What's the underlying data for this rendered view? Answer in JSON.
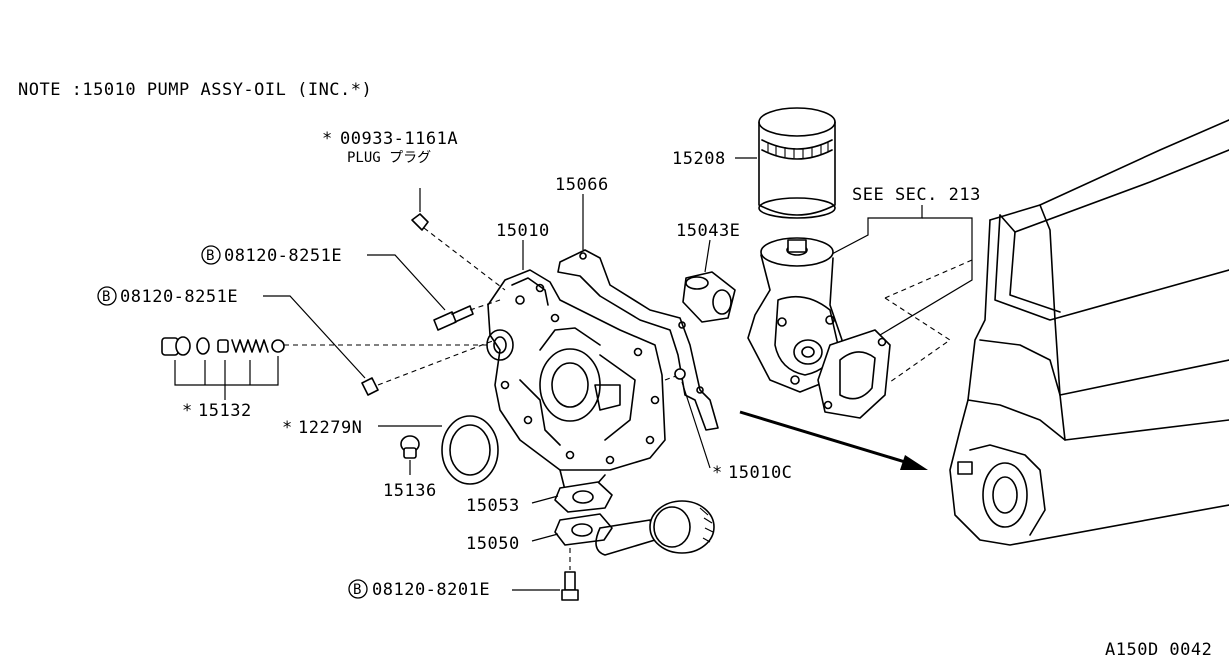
{
  "note": "NOTE :15010 PUMP ASSY-OIL (INC.*)",
  "labels": {
    "plug_part": "00933-1161A",
    "plug_name": "PLUG プラグ",
    "pump_assy": "15010",
    "gasket": "15066",
    "bolt_upper": "08120-8251E",
    "bolt_left": "08120-8251E",
    "relief_group": "15132",
    "oil_seal": "12279N",
    "sender": "15136",
    "filter": "15208",
    "bracket": "15043E",
    "see_sec": "SEE SEC. 213",
    "pin": "15010C",
    "strainer_gasket": "15053",
    "strainer": "15050",
    "bolt_bottom": "08120-8201E"
  },
  "symbols": {
    "asterisk": "*",
    "bolt_marker": "B"
  },
  "footer_code": "A150D 0042"
}
